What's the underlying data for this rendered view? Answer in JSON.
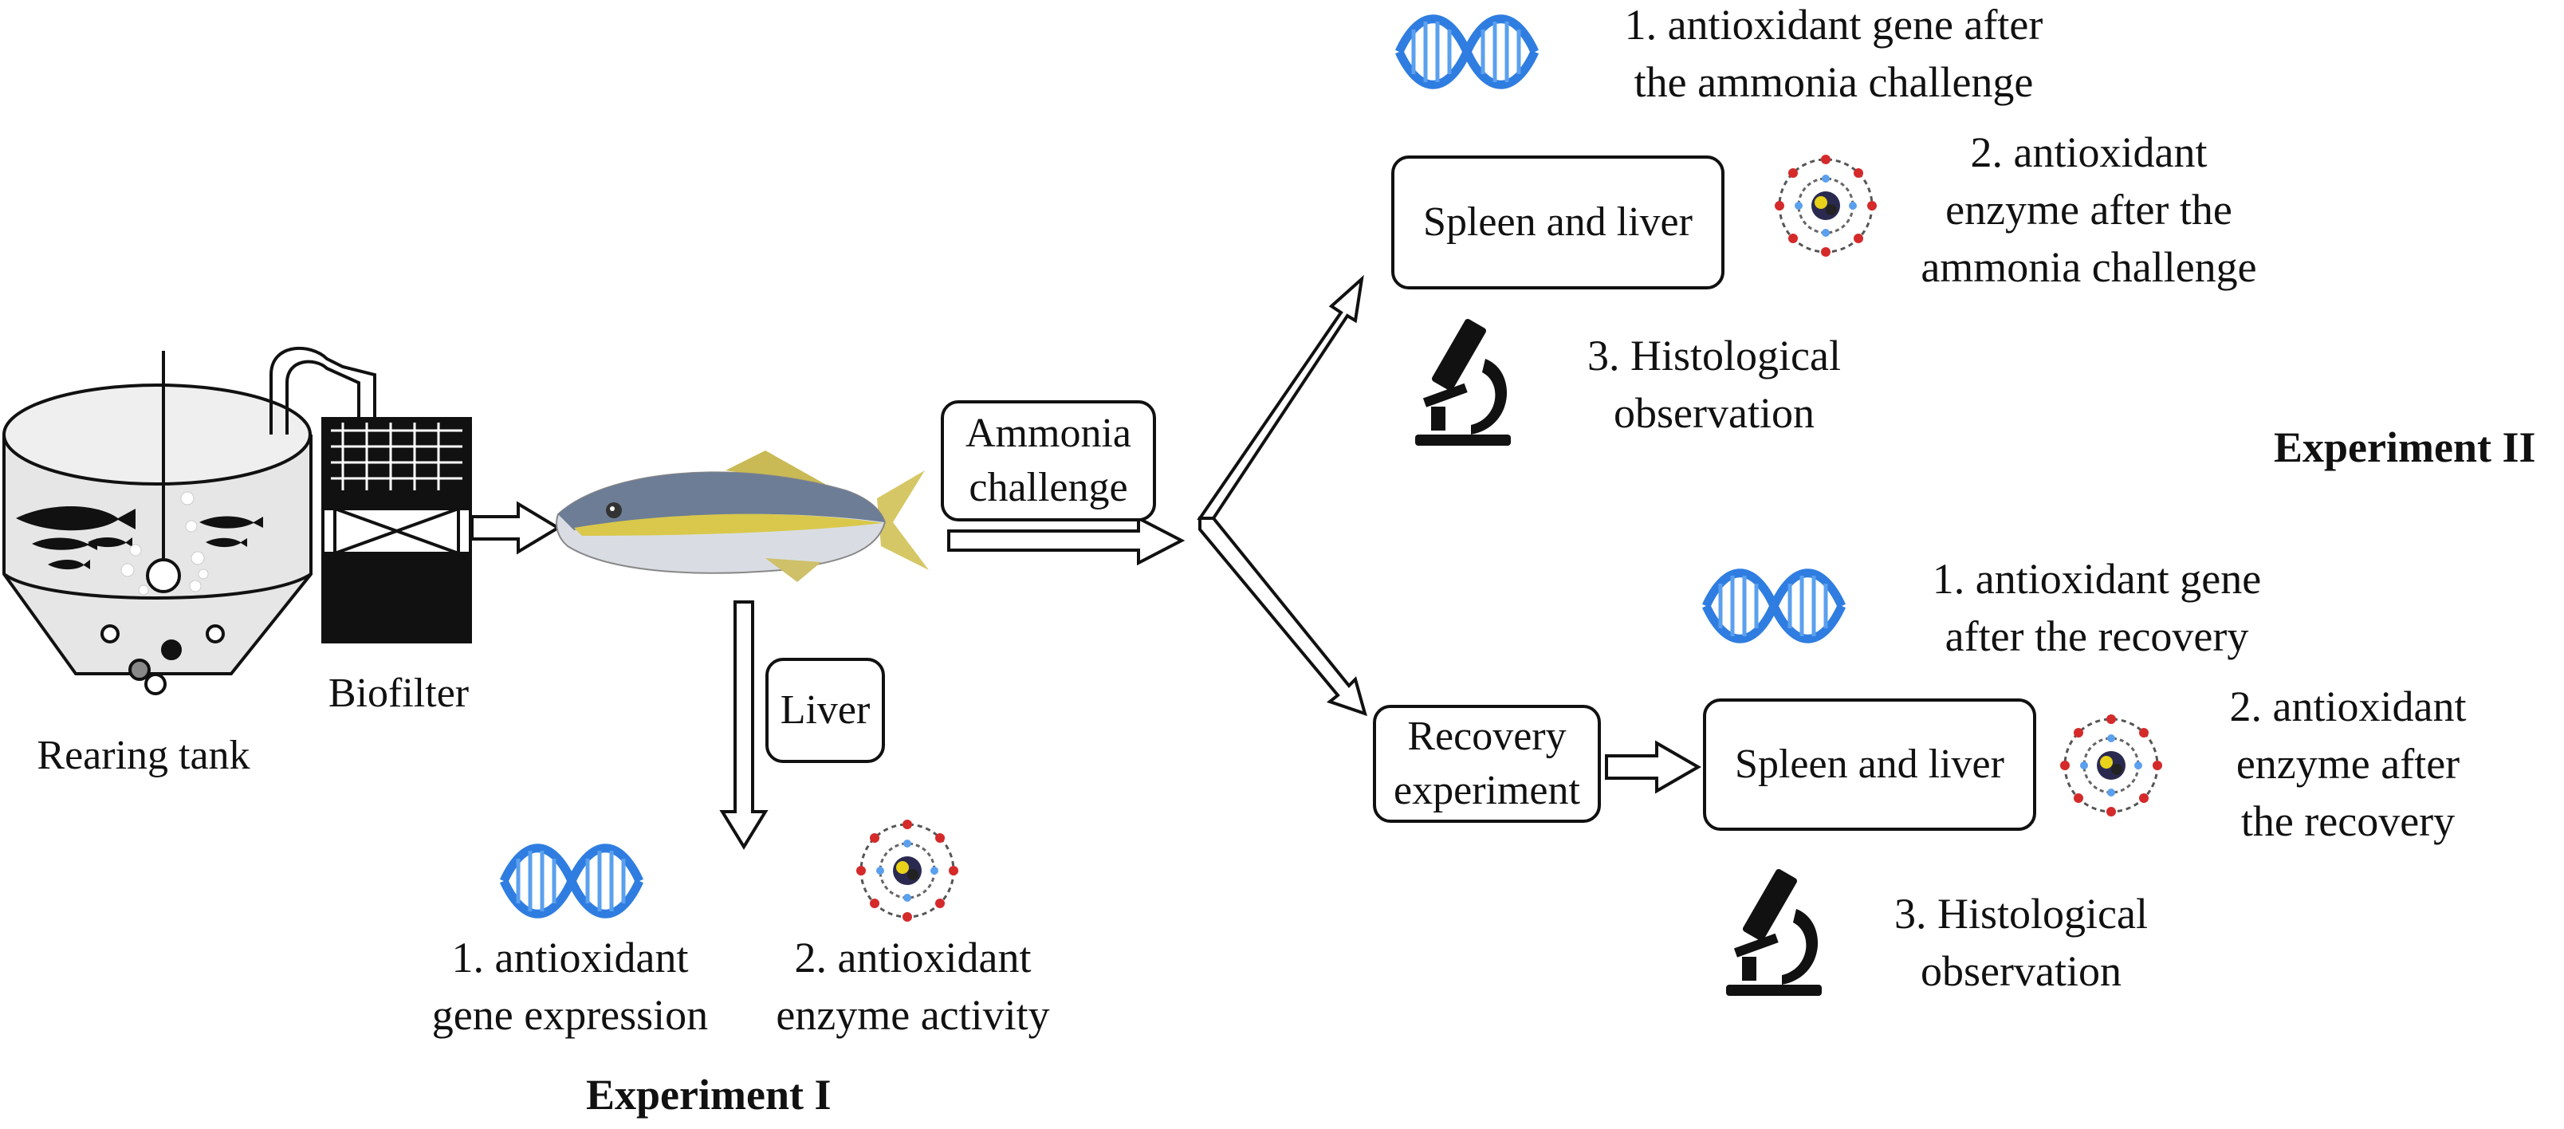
{
  "colors": {
    "dna": "#2f7de0",
    "enzyme_ring": "#d42a2a",
    "stroke": "#111111",
    "background": "#ffffff"
  },
  "icons": [
    "dna-icon",
    "enzyme-icon",
    "microscope-icon",
    "fish-icon",
    "rearing-tank-icon",
    "biofilter-icon"
  ],
  "left": {
    "tank_label": "Rearing tank",
    "biofilter_label": "Biofilter"
  },
  "boxes": {
    "ammonia": [
      "Ammonia",
      "challenge"
    ],
    "liver": "Liver",
    "spleen_top": "Spleen and liver",
    "recovery": [
      "Recovery",
      "experiment"
    ],
    "spleen_bottom": "Spleen and liver"
  },
  "experiment1": {
    "title": "Experiment I",
    "item1": [
      "1. antioxidant",
      "gene expression"
    ],
    "item2": [
      "2. antioxidant",
      "enzyme activity"
    ]
  },
  "experiment2": {
    "title": "Experiment II",
    "challenge": {
      "gene": [
        "1. antioxidant gene after",
        "the ammonia challenge"
      ],
      "enzyme": [
        "2. antioxidant",
        "enzyme after the",
        "ammonia challenge"
      ],
      "histology": [
        "3. Histological",
        "observation"
      ]
    },
    "recovery": {
      "gene": [
        "1. antioxidant gene",
        "after the recovery"
      ],
      "enzyme": [
        "2. antioxidant",
        "enzyme after",
        "the recovery"
      ],
      "histology": [
        "3. Histological",
        "observation"
      ]
    }
  }
}
